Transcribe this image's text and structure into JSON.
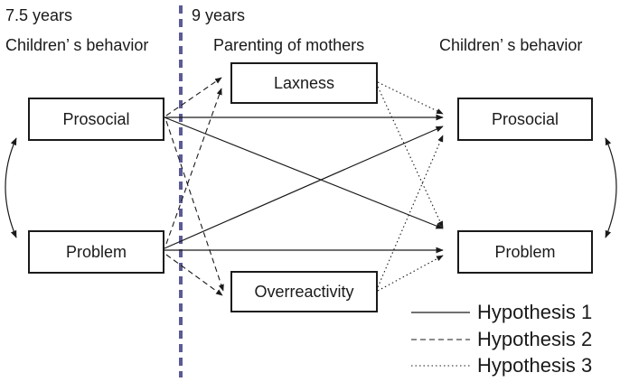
{
  "headers": {
    "left_time": "7.5 years",
    "left_title": "Children’ s behavior",
    "middle_time": "9 years",
    "middle_title": "Parenting of mothers",
    "right_title": "Children’ s behavior"
  },
  "nodes": {
    "prosocial_left": "Prosocial",
    "problem_left": "Problem",
    "laxness": "Laxness",
    "overreactivity": "Overreactivity",
    "prosocial_right": "Prosocial",
    "problem_right": "Problem"
  },
  "legend": {
    "h1": "Hypothesis 1",
    "h2": "Hypothesis 2",
    "h3": "Hypothesis 3"
  },
  "colors": {
    "divider": "#5b5b95",
    "ink": "#1a1a1a"
  }
}
